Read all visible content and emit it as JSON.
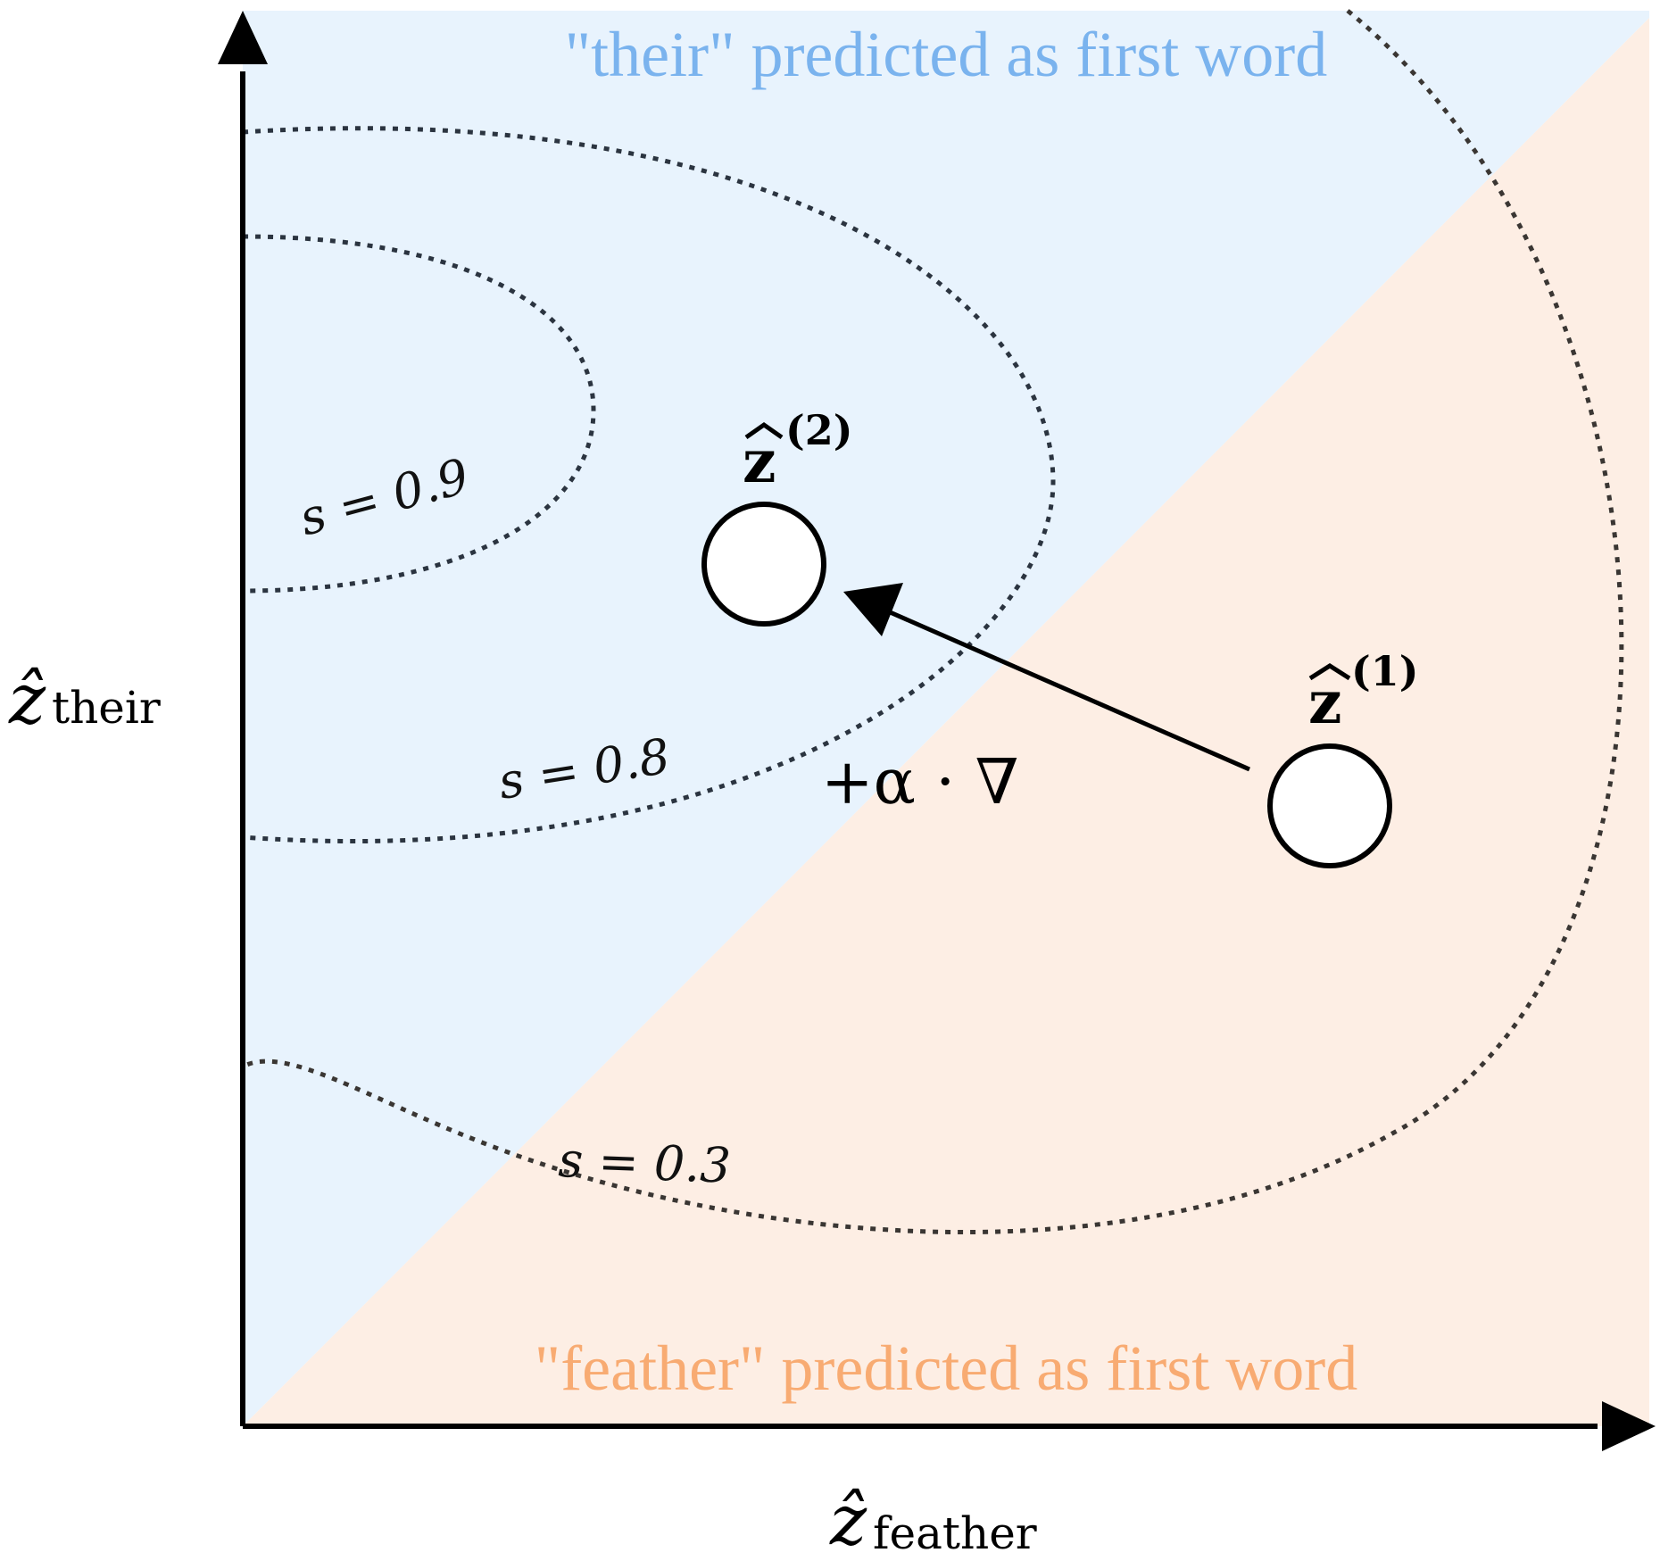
{
  "regions": {
    "their": {
      "label": "\"their\" predicted as first word",
      "fill": "#e8f3fd",
      "text_color": "#7ab3ee"
    },
    "feather": {
      "label": "\"feather\" predicted as first word",
      "fill": "#fdeee4",
      "text_color": "#f8ab72"
    }
  },
  "axes": {
    "y_label_main": "ẑ",
    "y_label_sub": "their",
    "x_label_main": "ẑ",
    "x_label_sub": "feather"
  },
  "contours": [
    {
      "label": "s = 0.9"
    },
    {
      "label": "s = 0.8"
    },
    {
      "label": "s = 0.3"
    }
  ],
  "points": {
    "z1": {
      "label_main": "z",
      "label_sup": "(1)"
    },
    "z2": {
      "label_main": "z",
      "label_sup": "(2)"
    }
  },
  "step_label": "+α · ∇"
}
